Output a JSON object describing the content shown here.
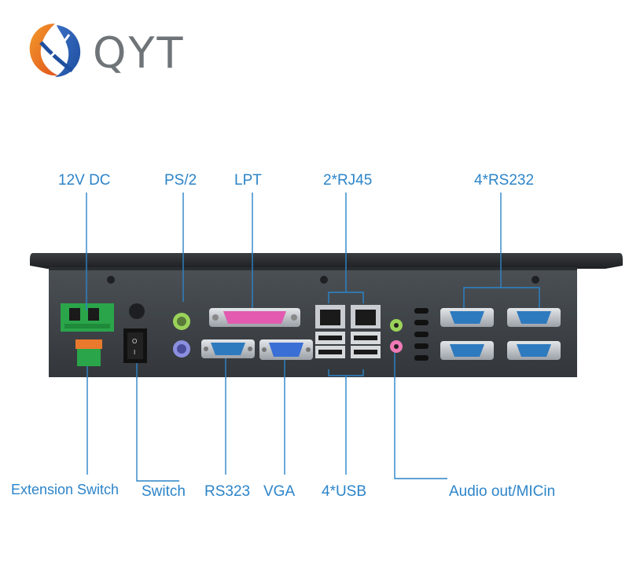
{
  "brand": {
    "name": "QYT"
  },
  "colors": {
    "label": "#2c84c9",
    "device": "#3f4347",
    "bezel": "#2a2d30"
  },
  "labels": {
    "dc": "12V DC",
    "ps2": "PS/2",
    "lpt": "LPT",
    "rj45": "2*RJ45",
    "rs232": "4*RS232",
    "ext_switch": "Extension Switch",
    "switch": "Switch",
    "rs323": "RS323",
    "vga": "VGA",
    "usb": "4*USB",
    "audio": "Audio out/MICin"
  }
}
